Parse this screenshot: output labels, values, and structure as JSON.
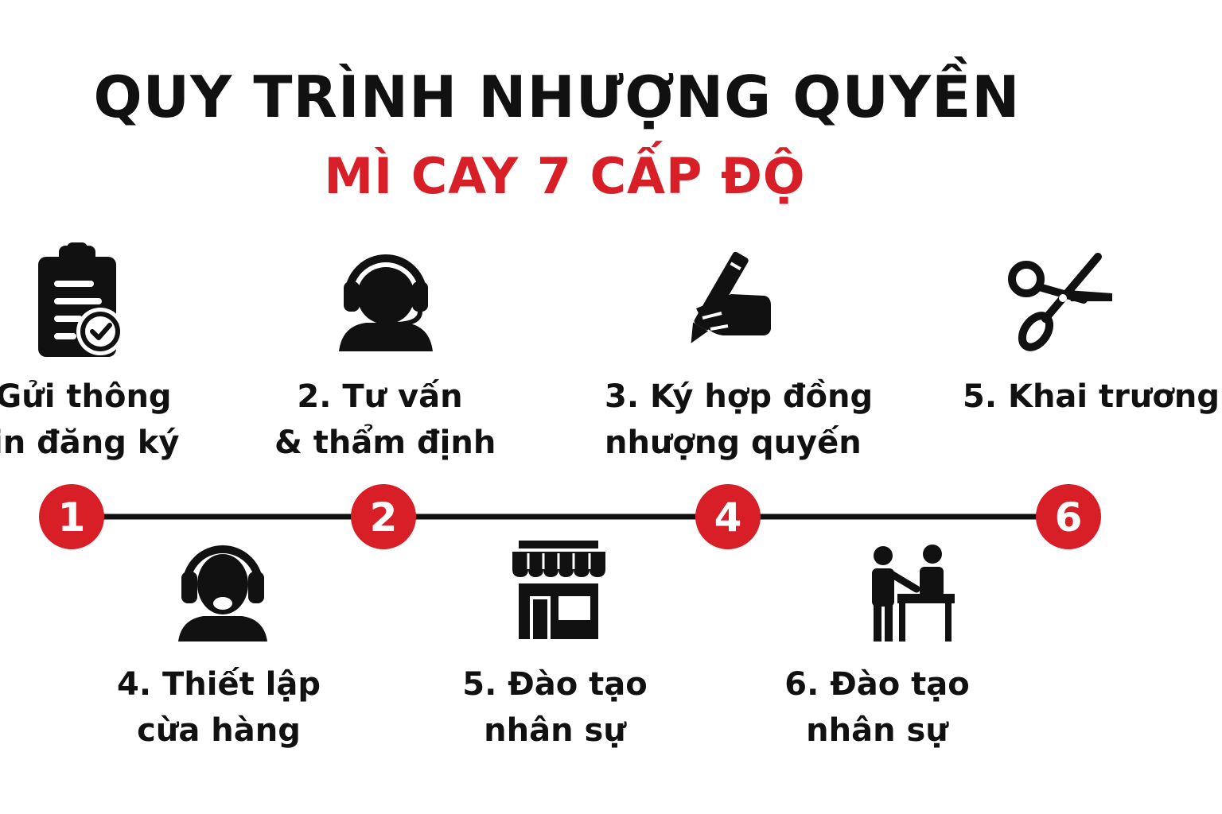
{
  "title": {
    "line1": "QUY TRÌNH NHƯỢNG QUYỀN",
    "line2": "MÌ CAY 7 CẤP ĐỘ"
  },
  "colors": {
    "accent": "#d81e27",
    "ink": "#111111",
    "background": "#ffffff"
  },
  "top_steps": [
    {
      "icon": "clipboard-check-icon",
      "line1": "Gửi thông",
      "line2": "in đăng ký"
    },
    {
      "icon": "headset-icon",
      "line1": "2. Tư vấn",
      "line2": "& thẩm định"
    },
    {
      "icon": "hand-pen-icon",
      "line1": "3. Ký hợp đồng",
      "line2": "nhượng quyến"
    },
    {
      "icon": "scissors-icon",
      "line1": "5. Khai trương",
      "line2": ""
    }
  ],
  "bottom_steps": [
    {
      "icon": "headset-icon",
      "line1": "4. Thiết lập",
      "line2": "cừa hàng"
    },
    {
      "icon": "storefront-icon",
      "line1": "5. Đào tạo",
      "line2": "nhân sự"
    },
    {
      "icon": "training-people-icon",
      "line1": "6. Đào tạo",
      "line2": "nhân sự"
    }
  ],
  "nodes": [
    "1",
    "2",
    "4",
    "6"
  ]
}
